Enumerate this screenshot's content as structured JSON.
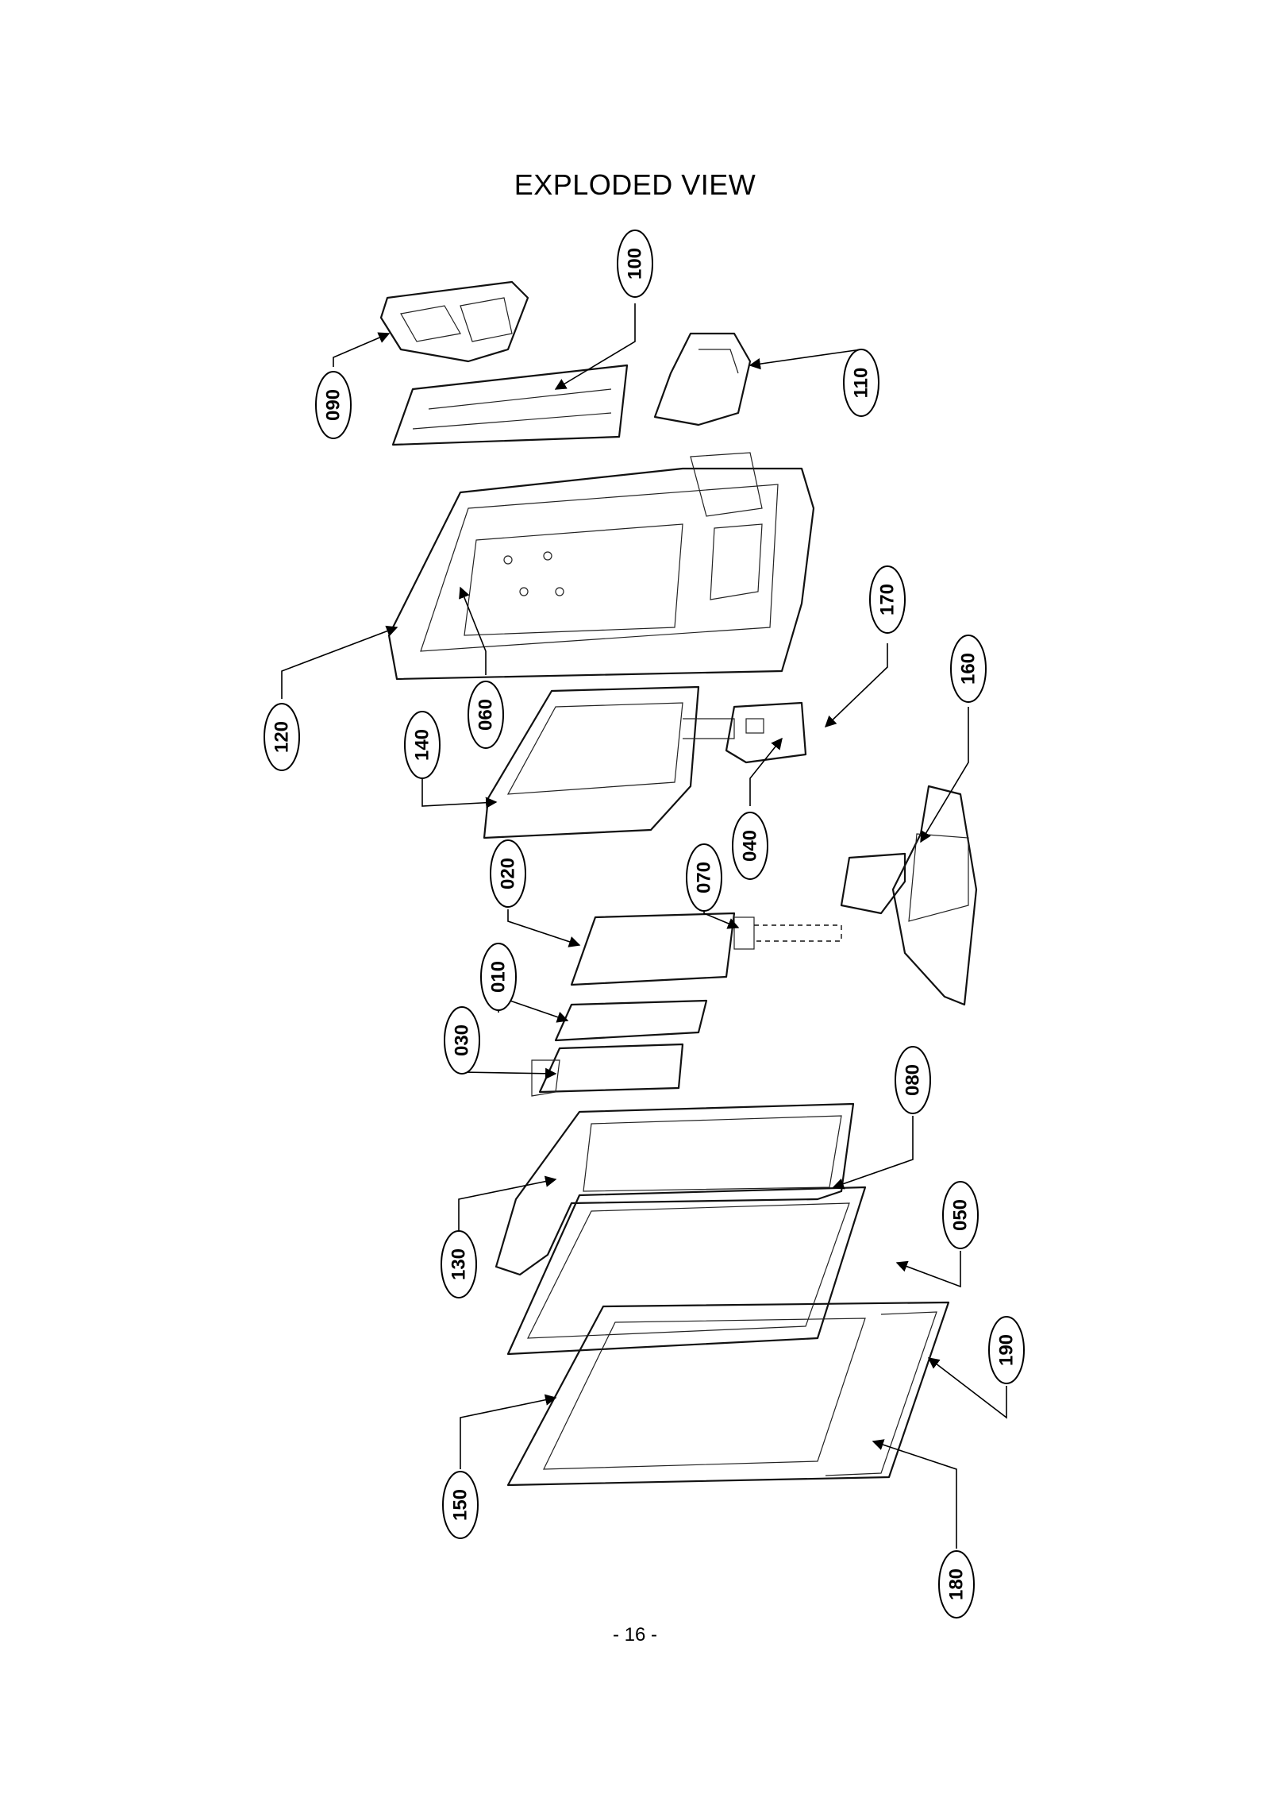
{
  "page": {
    "title": "EXPLODED VIEW",
    "page_number": "- 16 -"
  },
  "callouts": [
    {
      "id": "090",
      "label": "090"
    },
    {
      "id": "100",
      "label": "100"
    },
    {
      "id": "110",
      "label": "110"
    },
    {
      "id": "120",
      "label": "120"
    },
    {
      "id": "060",
      "label": "060"
    },
    {
      "id": "140",
      "label": "140"
    },
    {
      "id": "170",
      "label": "170"
    },
    {
      "id": "160",
      "label": "160"
    },
    {
      "id": "040",
      "label": "040"
    },
    {
      "id": "020",
      "label": "020"
    },
    {
      "id": "070",
      "label": "070"
    },
    {
      "id": "010",
      "label": "010"
    },
    {
      "id": "030",
      "label": "030"
    },
    {
      "id": "080",
      "label": "080"
    },
    {
      "id": "130",
      "label": "130"
    },
    {
      "id": "050",
      "label": "050"
    },
    {
      "id": "190",
      "label": "190"
    },
    {
      "id": "150",
      "label": "150"
    },
    {
      "id": "180",
      "label": "180"
    }
  ]
}
